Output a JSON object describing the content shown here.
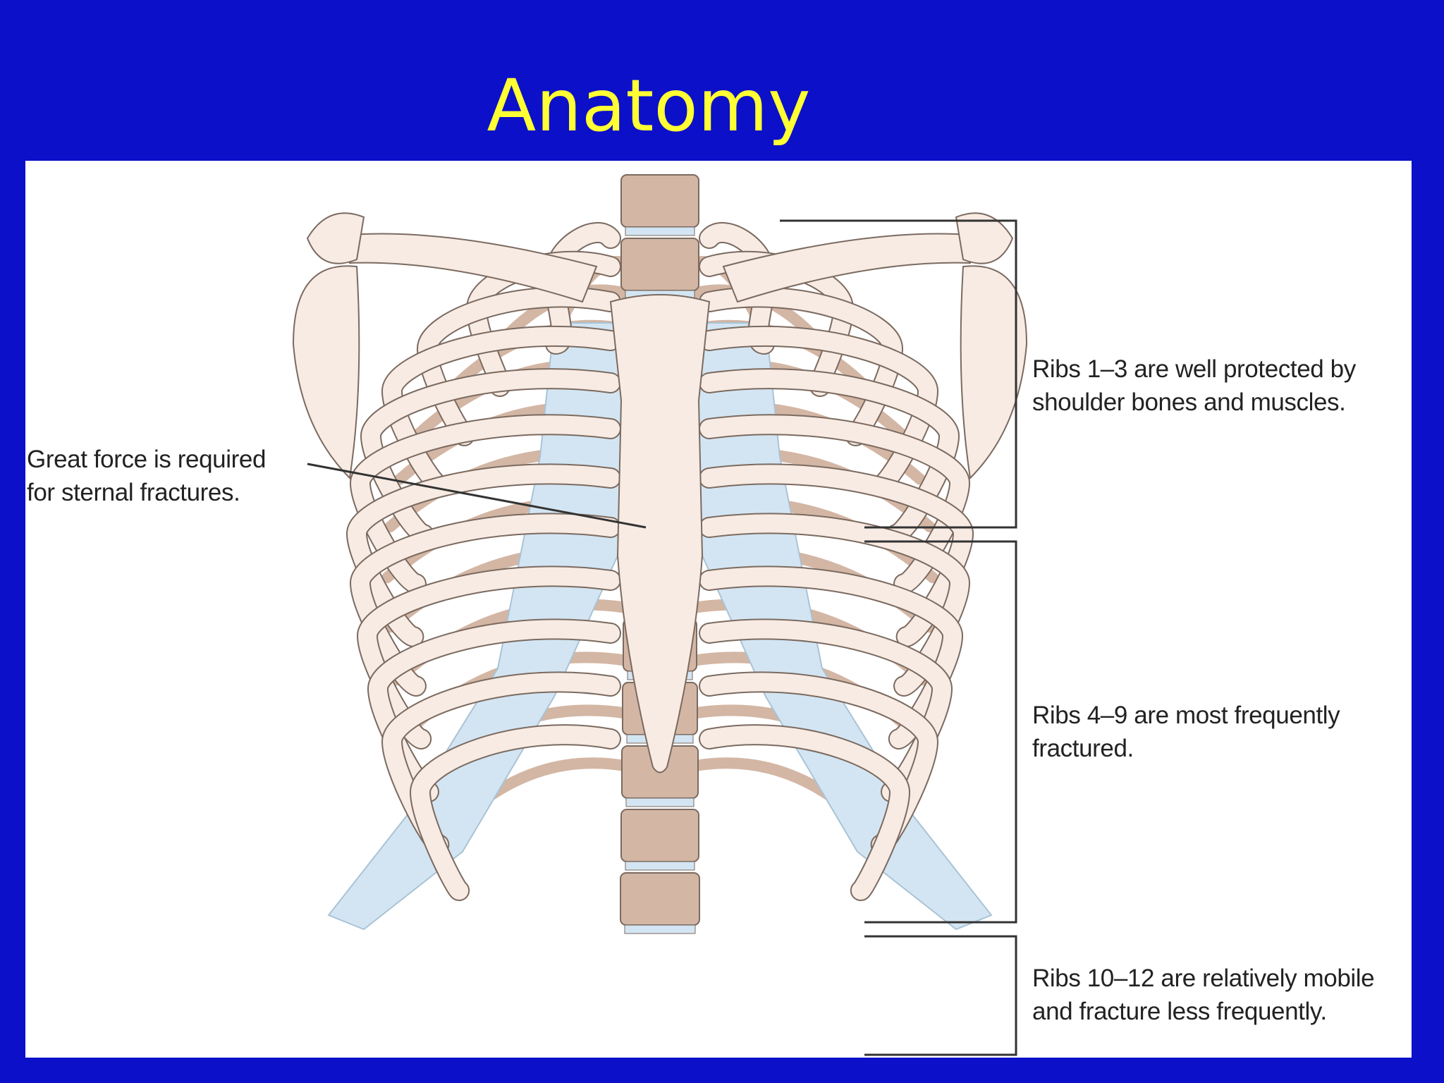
{
  "slide": {
    "title": "Anatomy"
  },
  "colors": {
    "background": "#0c10c8",
    "title": "#ffff33",
    "bone": "#f7ebe3",
    "rib_shadow": "#d3b6a4",
    "cartilage": "#d3e5f2"
  },
  "callouts": {
    "sternum": {
      "lines": [
        "Great force is required",
        "for sternal fractures."
      ]
    },
    "ribs_1_3": {
      "lines": [
        "Ribs 1–3 are well protected by",
        "shoulder bones and muscles."
      ]
    },
    "ribs_4_9": {
      "lines": [
        "Ribs 4–9 are most frequently",
        "fractured."
      ]
    },
    "ribs_10_12": {
      "lines": [
        "Ribs 10–12 are relatively mobile",
        "and fracture less frequently."
      ]
    }
  }
}
